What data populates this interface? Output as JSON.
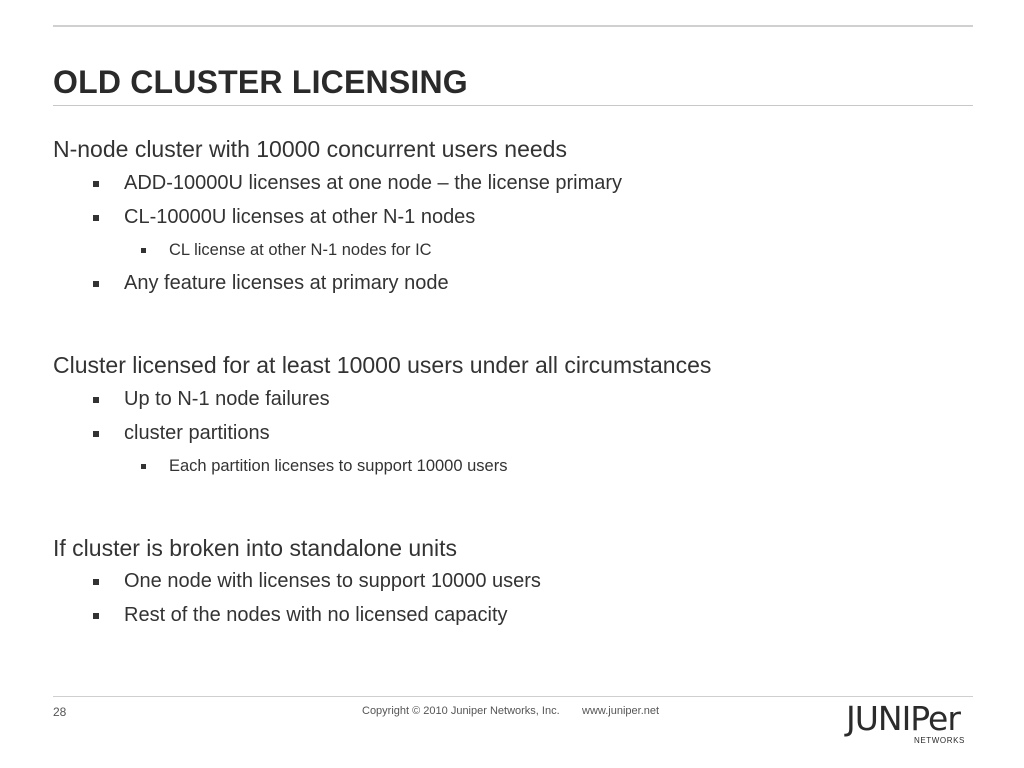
{
  "slide": {
    "title": "OLD CLUSTER LICENSING"
  },
  "content": {
    "sections": [
      {
        "heading": "N-node cluster with 10000 concurrent users needs",
        "items": [
          {
            "text": "ADD-10000U licenses at one node – the license primary"
          },
          {
            "text": "CL-10000U licenses at other N-1 nodes",
            "sub": [
              "CL license at other N-1 nodes for IC"
            ]
          },
          {
            "text": "Any feature licenses at primary node"
          }
        ]
      },
      {
        "heading": "Cluster licensed for at least 10000 users under all circumstances",
        "items": [
          {
            "text": "Up to N-1 node failures"
          },
          {
            "text": "cluster partitions",
            "sub": [
              "Each partition licenses to support 10000 users"
            ]
          }
        ]
      },
      {
        "heading": "If cluster is broken into standalone units",
        "items": [
          {
            "text": "One node with licenses to support 10000 users"
          },
          {
            "text": "Rest of the nodes with no licensed capacity"
          }
        ]
      }
    ]
  },
  "footer": {
    "page_number": "28",
    "copyright": "Copyright © 2010 Juniper Networks, Inc.",
    "url": "www.juniper.net"
  },
  "logo": {
    "wordmark": "JUNIPer",
    "tagline": "NETWORKS"
  }
}
